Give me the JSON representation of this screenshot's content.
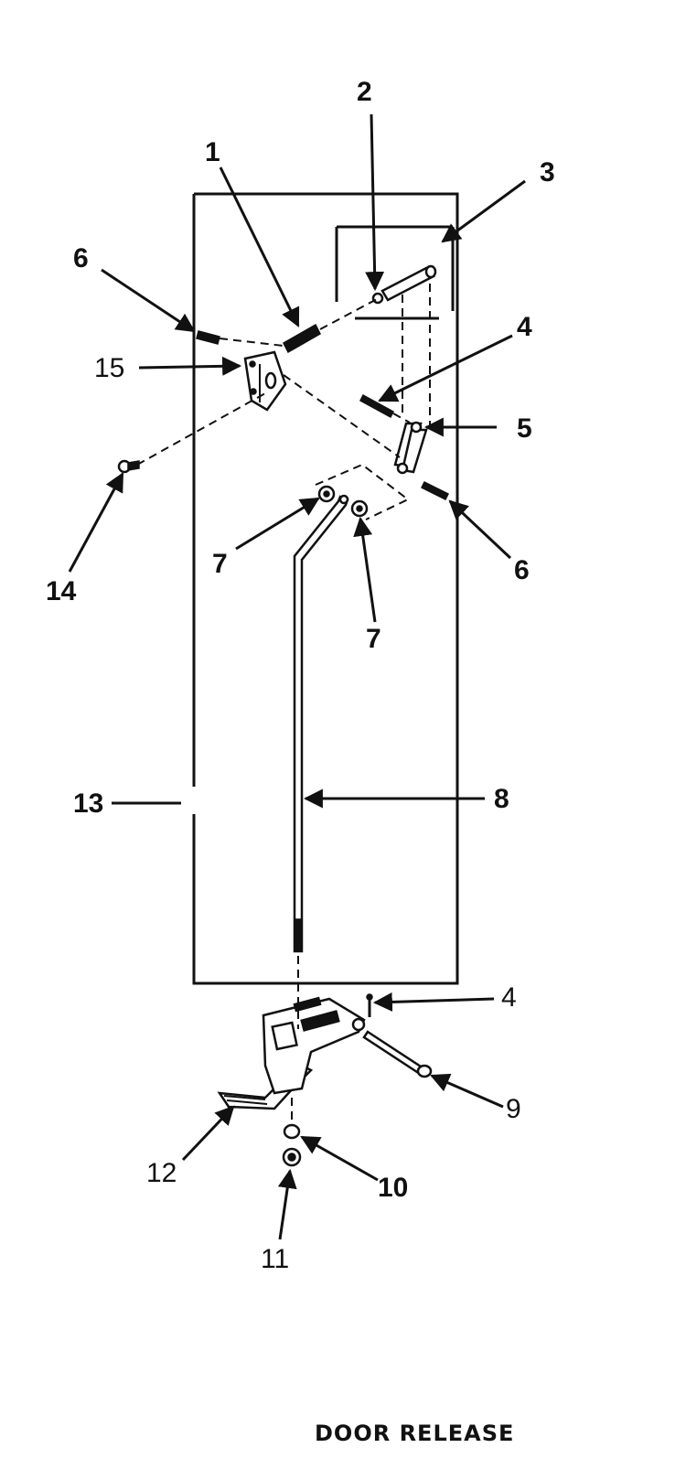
{
  "title": "DOOR RELEASE",
  "labels": {
    "l1": "1",
    "l2": "2",
    "l3": "3",
    "l4a": "4",
    "l4b": "4",
    "l5": "5",
    "l6a": "6",
    "l6b": "6",
    "l7a": "7",
    "l7b": "7",
    "l8": "8",
    "l9": "9",
    "l10": "10",
    "l11": "11",
    "l12": "12",
    "l13": "13",
    "l14": "14",
    "l15": "15"
  }
}
